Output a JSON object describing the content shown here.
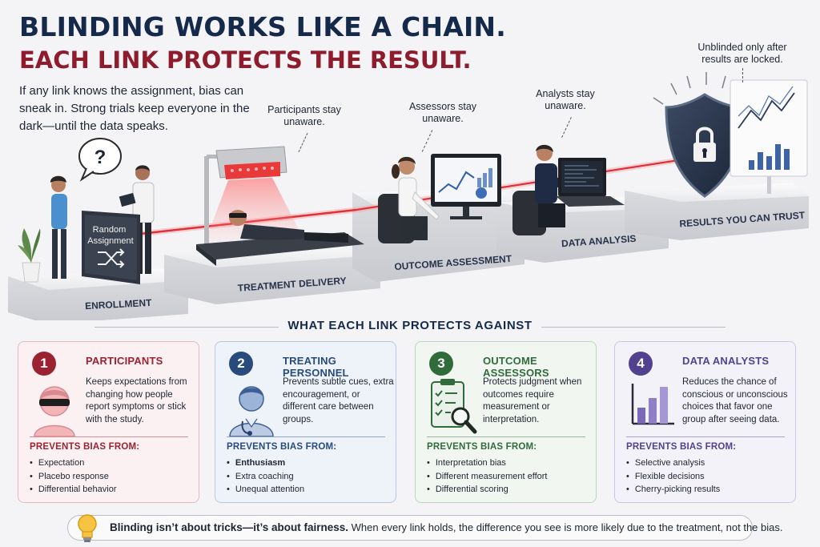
{
  "title_line1": "BLINDING WORKS LIKE A CHAIN.",
  "title_line2": "EACH LINK PROTECTS THE RESULT.",
  "intro": "If any link knows the assignment, bias can sneak in. Strong trials keep everyone in the dark—until the data speaks.",
  "callouts": {
    "participants": "Participants stay unaware.",
    "assessors": "Assessors stay unaware.",
    "analysts": "Analysts stay unaware.",
    "unblinded": "Unblinded only after results are locked."
  },
  "question_mark": "?",
  "random_assignment": "Random Assignment",
  "stages": [
    "ENROLLMENT",
    "TREATMENT DELIVERY",
    "OUTCOME ASSESSMENT",
    "DATA ANALYSIS",
    "RESULTS YOU CAN TRUST"
  ],
  "section_heading": "WHAT EACH LINK PROTECTS AGAINST",
  "cards": [
    {
      "number": "1",
      "title": "PARTICIPANTS",
      "icon": "blindfolded-person-icon",
      "description": "Keeps expectations from changing how people report symptoms or stick with the study.",
      "prevents_label": "PREVENTS BIAS FROM:",
      "items": [
        "Expectation",
        "Placebo response",
        "Differential behavior"
      ]
    },
    {
      "number": "2",
      "title": "TREATING PERSONNEL",
      "icon": "doctor-icon",
      "description": "Prevents subtle cues, extra encouragement, or different care between groups.",
      "prevents_label": "PREVENTS BIAS FROM:",
      "items": [
        "Enthusiasm",
        "Extra coaching",
        "Unequal attention"
      ]
    },
    {
      "number": "3",
      "title": "OUTCOME ASSESSORS",
      "icon": "clipboard-magnifier-icon",
      "description": "Protects judgment when outcomes require measurement or interpretation.",
      "prevents_label": "PREVENTS BIAS FROM:",
      "items": [
        "Interpretation bias",
        "Different measurement effort",
        "Differential scoring"
      ]
    },
    {
      "number": "4",
      "title": "DATA ANALYSTS",
      "icon": "bar-chart-icon",
      "description": "Reduces the chance of conscious or unconscious choices that favor one group after seeing data.",
      "prevents_label": "PREVENTS BIAS FROM:",
      "items": [
        "Selective analysis",
        "Flexible decisions",
        "Cherry-picking results"
      ]
    }
  ],
  "footer": {
    "bold": "Blinding isn’t about tricks—it’s about fairness.",
    "rest": " When every link holds, the difference you see is more likely due to the treatment, not the bias."
  },
  "colors": {
    "navy": "#15294b",
    "crimson": "#8e1c2c",
    "laser": "#e0303a",
    "card1": "#9b2231",
    "card2": "#284a7d",
    "card3": "#2f6b3b",
    "card4": "#51418f"
  }
}
